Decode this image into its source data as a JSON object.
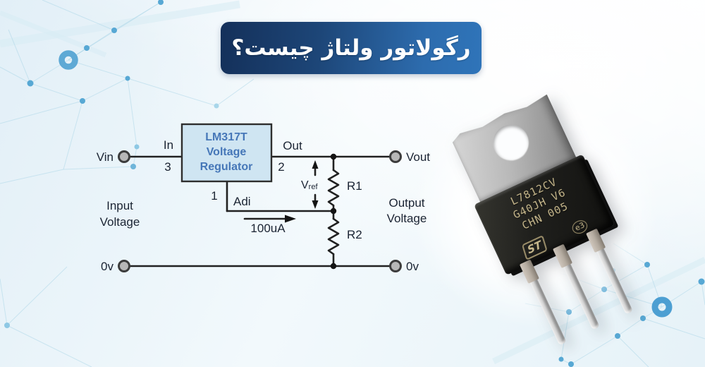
{
  "banner": {
    "title": "رگولاتور ولتاژ چیست؟"
  },
  "colors": {
    "banner_gradient_left": "#14305a",
    "banner_gradient_right": "#2f74b9",
    "ring_accent": "#59a7d5",
    "mesh_line": "#aed7e8",
    "regulator_box_fill": "#cfe5f2",
    "regulator_box_text": "#4677b8",
    "wire": "#212121",
    "chip_marking_gold": "#c9ba8e"
  },
  "circuit": {
    "title_block": {
      "line1": "LM317T",
      "line2": "Voltage",
      "line3": "Regulator"
    },
    "terminals": {
      "vin": "Vin",
      "vout": "Vout",
      "gnd_left": "0v",
      "gnd_right": "0v"
    },
    "pins": {
      "in_label": "In",
      "in_number": "3",
      "out_label": "Out",
      "out_number": "2",
      "adj_label": "Adi",
      "adj_number": "1"
    },
    "components": {
      "r1": "R1",
      "r2": "R2"
    },
    "annotations": {
      "vref_main": "V",
      "vref_sub": "ref",
      "current": "100uA"
    },
    "captions": {
      "input_line1": "Input",
      "input_line2": "Voltage",
      "output_line1": "Output",
      "output_line2": "Voltage"
    }
  },
  "chip": {
    "marking_line1": "L7812CV",
    "marking_line2": "G40JH V6",
    "marking_line3": "CHN 005",
    "logo_text": "ST",
    "lead_free_mark": "e3"
  }
}
